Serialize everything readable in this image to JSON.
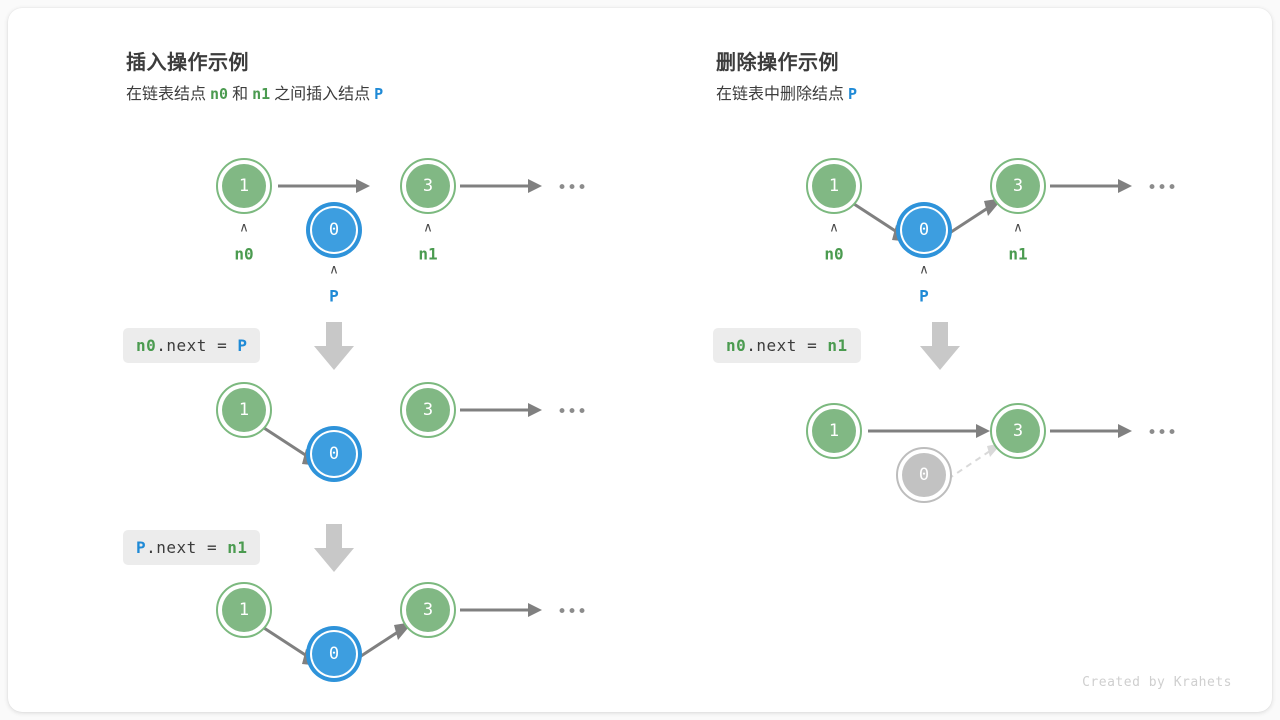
{
  "colors": {
    "green_fill": "#81b884",
    "green_ring": "#7cb97f",
    "blue_fill": "#3d9ee0",
    "blue_ring": "#2e93da",
    "gray_fill": "#c2c2c2",
    "gray_ring": "#bdbdbd",
    "arrow": "#808080",
    "dashed": "#d9d9d9",
    "chip_bg": "#ececec",
    "text": "#3c3c3c",
    "label_green": "#4b9b50",
    "label_blue": "#1f8ad6",
    "credit": "#cfcfcf",
    "card_bg": "#ffffff",
    "page_bg": "#fafafa"
  },
  "left_panel": {
    "title": "插入操作示例",
    "subtitle_parts": [
      {
        "text": "在链表结点",
        "type": "plain"
      },
      {
        "text": "n0",
        "type": "code-green"
      },
      {
        "text": "和",
        "type": "plain"
      },
      {
        "text": "n1",
        "type": "code-green"
      },
      {
        "text": "之间插入结点",
        "type": "plain"
      },
      {
        "text": "P",
        "type": "code-blue"
      }
    ],
    "steps": [
      {
        "code_parts": [
          {
            "text": "n0",
            "type": "green"
          },
          {
            "text": ".next = ",
            "type": "plain"
          },
          {
            "text": "P",
            "type": "blue"
          }
        ]
      },
      {
        "code_parts": [
          {
            "text": "P",
            "type": "blue"
          },
          {
            "text": ".next = ",
            "type": "plain"
          },
          {
            "text": "n1",
            "type": "green"
          }
        ]
      }
    ],
    "scenes": [
      {
        "name": "initial-state",
        "nodes": [
          {
            "value": "1",
            "color": "green",
            "pointer": "n0",
            "pointer_color": "green"
          },
          {
            "value": "0",
            "color": "blue",
            "pointer": "P",
            "pointer_color": "blue"
          },
          {
            "value": "3",
            "color": "green",
            "pointer": "n1",
            "pointer_color": "green"
          }
        ],
        "ellipsis": "•••"
      },
      {
        "name": "after-n0-next-p",
        "nodes": [
          {
            "value": "1",
            "color": "green"
          },
          {
            "value": "0",
            "color": "blue"
          },
          {
            "value": "3",
            "color": "green"
          }
        ],
        "ellipsis": "•••"
      },
      {
        "name": "after-p-next-n1",
        "nodes": [
          {
            "value": "1",
            "color": "green"
          },
          {
            "value": "0",
            "color": "blue"
          },
          {
            "value": "3",
            "color": "green"
          }
        ],
        "ellipsis": "•••"
      }
    ]
  },
  "right_panel": {
    "title": "删除操作示例",
    "subtitle_parts": [
      {
        "text": "在链表中删除结点",
        "type": "plain"
      },
      {
        "text": "P",
        "type": "code-blue"
      }
    ],
    "steps": [
      {
        "code_parts": [
          {
            "text": "n0",
            "type": "green"
          },
          {
            "text": ".next = ",
            "type": "plain"
          },
          {
            "text": "n1",
            "type": "green"
          }
        ]
      }
    ],
    "scenes": [
      {
        "name": "initial-state",
        "nodes": [
          {
            "value": "1",
            "color": "green",
            "pointer": "n0",
            "pointer_color": "green"
          },
          {
            "value": "0",
            "color": "blue",
            "pointer": "P",
            "pointer_color": "blue"
          },
          {
            "value": "3",
            "color": "green",
            "pointer": "n1",
            "pointer_color": "green"
          }
        ],
        "ellipsis": "•••"
      },
      {
        "name": "after-deletion",
        "nodes": [
          {
            "value": "1",
            "color": "green"
          },
          {
            "value": "0",
            "color": "gray"
          },
          {
            "value": "3",
            "color": "green"
          }
        ],
        "ellipsis": "•••"
      }
    ]
  },
  "credit": "Created by Krahets"
}
